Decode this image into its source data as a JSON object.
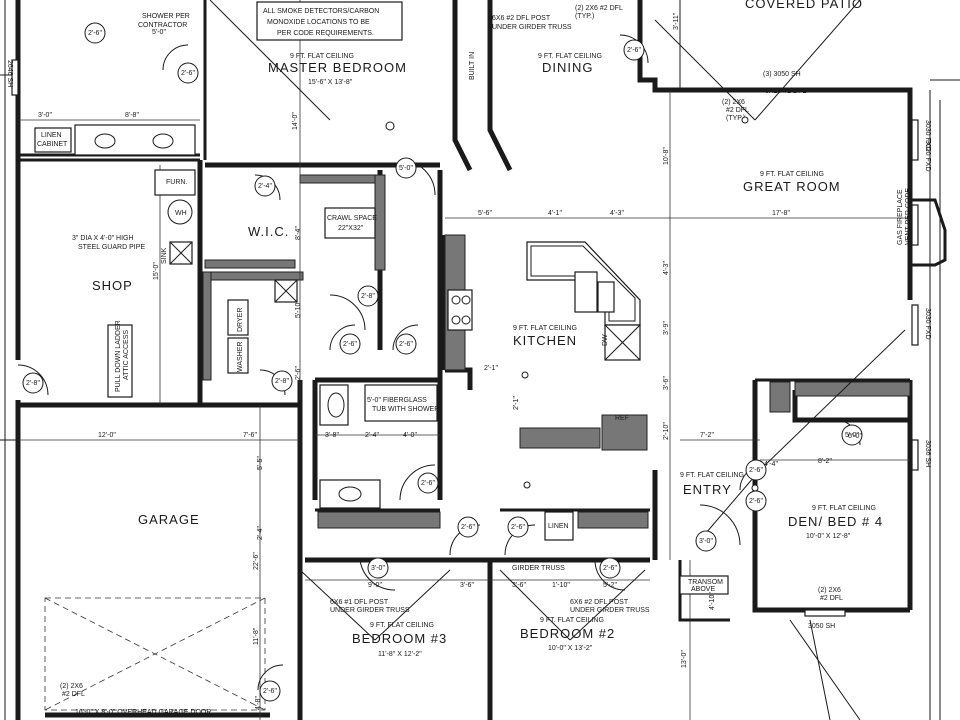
{
  "notes": {
    "smoke": [
      "ALL SMOKE DETECTORS/CARBON",
      "MONOXIDE LOCATIONS TO BE",
      "PER CODE REQUIREMENTS."
    ],
    "shower": [
      "SHOWER PER",
      "CONTRACTOR"
    ],
    "post": [
      "6X6 #2 DFL POST",
      "UNDER GIRDER TRUSS"
    ],
    "builtin": "BUILT IN",
    "girder_truss": "GIRDER TRUSS",
    "transom": [
      "TRANSOM",
      "ABOVE"
    ],
    "steel_pipe": [
      "3\" DIA X 4'-0\" HIGH",
      "STEEL GUARD PIPE"
    ],
    "ladder": [
      "PULL DOWN LADDER",
      "ATTIC ACCESS"
    ],
    "garage_door": "16'-0\" X 8'-0\" OVERHEAD GARAGE DOOR",
    "gas_fireplace": [
      "GAS FIREPLACE",
      "VENT PER CODE"
    ],
    "hdr_typ": [
      "(2) 2X6",
      "#2 DFL",
      "(TYP.)"
    ],
    "hdr_dfl": [
      "(2) 2X6",
      "#2 DFL"
    ],
    "header_top": [
      "(2) 2X6 #2 DFL",
      "(TYP.)"
    ],
    "patio_window": "(3) 3050 SH",
    "patio_hdr": "6X10 #1 DFL",
    "bed3_beam": [
      "6X6 #1 DFL POST",
      "UNDER GIRDER TRUSS"
    ],
    "bed2_beam": [
      "6X6 #2 DFL POST",
      "UNDER GIRDER TRUSS"
    ]
  },
  "rooms": {
    "master": {
      "name": "MASTER BEDROOM",
      "ceiling": "9 FT. FLAT CEILING",
      "size": "15'-6\" X 13'-8\""
    },
    "dining": {
      "name": "DINING",
      "ceiling": "9 FT. FLAT CEILING"
    },
    "patio": {
      "name": "COVERED PATIO"
    },
    "great": {
      "name": "GREAT ROOM",
      "ceiling": "9 FT. FLAT CEILING"
    },
    "kitchen": {
      "name": "KITCHEN",
      "ceiling": "9 FT. FLAT CEILING"
    },
    "wic": {
      "name": "W.I.C."
    },
    "shop": {
      "name": "SHOP"
    },
    "garage": {
      "name": "GARAGE"
    },
    "entry": {
      "name": "ENTRY",
      "ceiling": "9 FT. FLAT CEILING"
    },
    "den": {
      "name": "DEN/ BED # 4",
      "ceiling": "9 FT. FLAT CEILING",
      "size": "10'-0\" X 12'-8\""
    },
    "bed3": {
      "name": "BEDROOM #3",
      "ceiling": "9 FT. FLAT CEILING",
      "size": "11'-8\" X 12'-2\""
    },
    "bed2": {
      "name": "BEDROOM #2",
      "ceiling": "9 FT. FLAT CEILING",
      "size": "10'-0\" X 13'-2\""
    }
  },
  "fixtures": {
    "linen_cabinet": [
      "LINEN",
      "CABINET"
    ],
    "furn": "FURN.",
    "wh": "WH",
    "sink": "SINK",
    "crawl": [
      "CRAWL SPACE",
      "22\"X32\""
    ],
    "dryer": "DRYER",
    "washer": "WASHER",
    "tub": [
      "5'-0\" FIBERGLASS",
      "TUB WITH SHOWER"
    ],
    "linen": "LINEN",
    "dw": "DW",
    "ref": "REF"
  },
  "windows": {
    "w1": "3030 FXD",
    "w2": "3020 FXD",
    "w3": "3030 FXD",
    "w4": "3036 SH",
    "w5": "3050 SH",
    "w6": "2646 SH"
  },
  "doors": {
    "d_shower": "2'-6\"",
    "d_master": "2'-6\"",
    "d_dining": "2'-6\"",
    "d_mbath": "5'-0\"",
    "d_wic": "2'-4\"",
    "d_laundry": "2'-8\"",
    "d_hall1": "2'-6\"",
    "d_hall2": "2'-6\"",
    "d_shop": "2'-8\"",
    "d_side": "2'-8\"",
    "d_bath": "2'-6\"",
    "d_b3c": "2'-6\"",
    "d_b2c": "2'-6\"",
    "d_b3": "3'-0\"",
    "d_b2": "2'-6\"",
    "d_entry": "3'-0\"",
    "d_den": "2'-6\"",
    "d_den2": "2'-6\"",
    "d_denc": "5'-0\"",
    "d_gar1": "2'-6\""
  },
  "dims": {
    "d1": "3'-0\"",
    "d2": "8'-8\"",
    "d3": "5'-0\"",
    "d4": "5'-6\"",
    "d5": "4'-1\"",
    "d6": "4'-3\"",
    "d7": "17'-8\"",
    "d8": "14'-0\"",
    "d9": "10'-8\"",
    "d10": "4'-3\"",
    "d11": "3'-9\"",
    "d12": "3'-6\"",
    "d13": "2'-10\"",
    "d14": "7'-2\"",
    "d15": "12'-0\"",
    "d16": "7'-6\"",
    "d17": "3'-8\"",
    "d18": "2'-4\"",
    "d19": "4'-0\"",
    "d20": "15'-0\"",
    "d21": "22'-6\"",
    "d22": "9'-0\"",
    "d23": "3'-6\"",
    "d24": "3'-6\"",
    "d25": "1'-10\"",
    "d26": "5'-2\"",
    "d27": "4'-4\"",
    "d28": "8'-2\"",
    "d29": "6'-0\"",
    "d30": "11'-8\"",
    "d31": "13'-0\"",
    "d32": "2'-1\"",
    "d33": "2'-4\"",
    "d34": "5'-5\"",
    "d35": "5'-10\"",
    "d36": "8'-4\"",
    "d37": "3'-11\"",
    "d38": "2'-6\"",
    "d39": "4'-8\"",
    "d40": "2'-1\"",
    "d41": "4'-10\""
  }
}
